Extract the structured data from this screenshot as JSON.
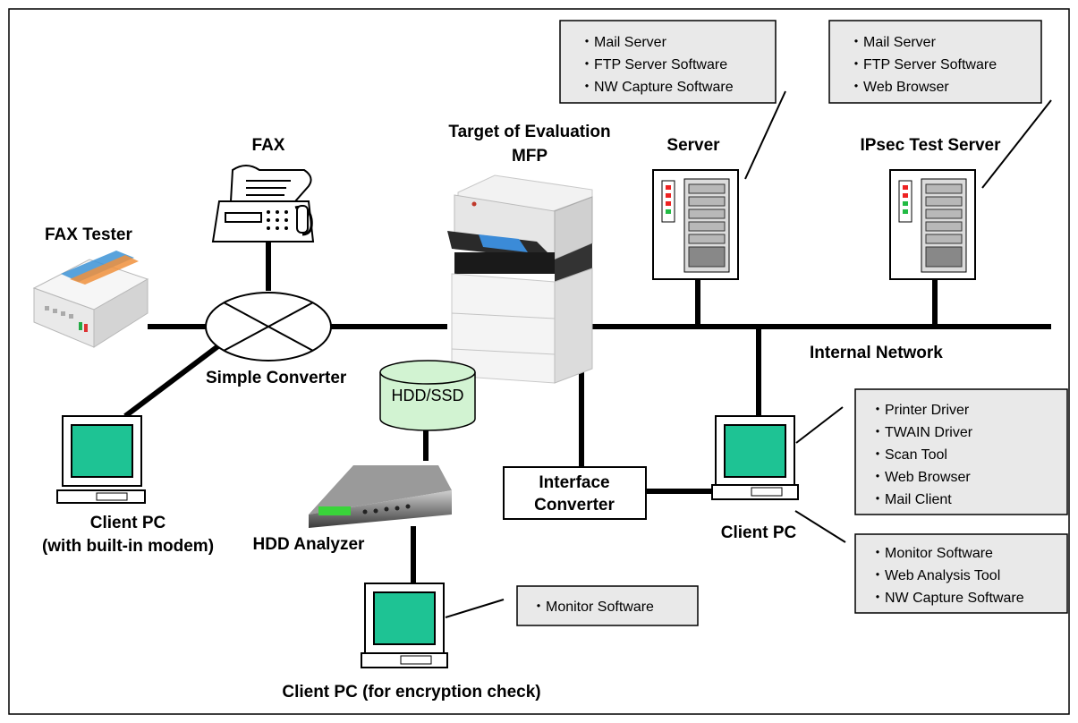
{
  "labels": {
    "target_line1": "Target of Evaluation",
    "target_line2": "MFP",
    "fax": "FAX",
    "fax_tester": "FAX Tester",
    "server": "Server",
    "ipsec_server": "IPsec Test Server",
    "internal_network": "Internal Network",
    "simple_converter": "Simple Converter",
    "hdd_ssd": "HDD/SSD",
    "interface_converter_line1": "Interface",
    "interface_converter_line2": "Converter",
    "client_pc_modem_line1": "Client PC",
    "client_pc_modem_line2": "(with built-in modem)",
    "hdd_analyzer": "HDD Analyzer",
    "client_pc": "Client PC",
    "client_pc_encryption": "Client PC (for encryption check)"
  },
  "notes": {
    "server": [
      "・Mail Server",
      "・FTP Server Software",
      "・NW Capture Software"
    ],
    "ipsec_server": [
      "・Mail Server",
      "・FTP Server Software",
      "・Web Browser"
    ],
    "client_pc": [
      "・Printer Driver",
      "・TWAIN Driver",
      "・Scan Tool",
      "・Web Browser",
      "・Mail Client"
    ],
    "client_pc_monitor": [
      "・Monitor Software",
      "・Web Analysis Tool",
      "・NW Capture Software"
    ],
    "encryption_pc": [
      "・Monitor Software"
    ]
  },
  "colors": {
    "note_bg": "#e9e9e9",
    "screen": "#1ec394",
    "hdd_fill": "#d2f3d2",
    "analyzer_display": "#39d43a",
    "fax_tester_stripe_blue": "#3c93d6",
    "fax_tester_stripe_orange": "#f0913c",
    "server_led": "#ee2222",
    "server_led_green": "#22bb44"
  }
}
